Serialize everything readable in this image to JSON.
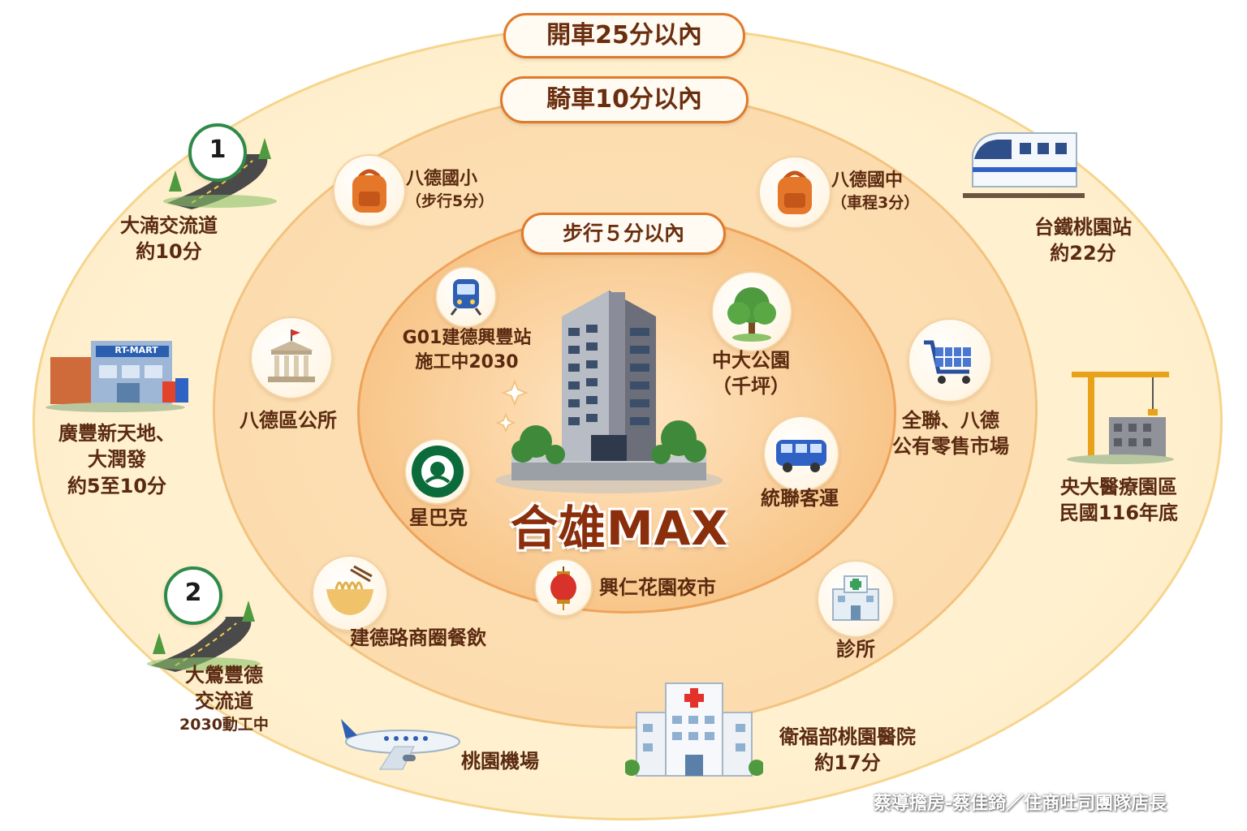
{
  "zones": {
    "drive": "開車25分以內",
    "ride": "騎車10分以內",
    "walk": "步行５分以內"
  },
  "center": {
    "title": "合雄MAX"
  },
  "walk_pois": {
    "mrt": [
      "G01建德興豐站",
      "施工中2030"
    ],
    "park": [
      "中大公園",
      "（千坪）"
    ],
    "starbucks": [
      "星巴克"
    ],
    "bus": [
      "統聯客運"
    ],
    "night_market": [
      "興仁花園夜市"
    ]
  },
  "ride_pois": {
    "elementary": [
      "八德國小",
      "（步行5分）"
    ],
    "junior_high": [
      "八德國中",
      "（車程3分）"
    ],
    "district_office": [
      "八德區公所"
    ],
    "market": [
      "全聯、八德",
      "公有零售市場"
    ],
    "food": [
      "建德路商圈餐飲"
    ],
    "clinic": [
      "診所"
    ]
  },
  "drive_pois": {
    "interchange1": [
      "大湳交流道",
      "約10分"
    ],
    "shopping": [
      "廣豐新天地、",
      "大潤發",
      "約5至10分"
    ],
    "interchange2": [
      "大鶯豐德",
      "交流道",
      "2030動工中"
    ],
    "airport": [
      "桃園機場"
    ],
    "hospital": [
      "衛福部桃園醫院",
      "約17分"
    ],
    "medical_park": [
      "央大醫療園區",
      "民國116年底"
    ],
    "train": [
      "台鐵桃園站",
      "約22分"
    ]
  },
  "icon_text": {
    "highway1": "1",
    "highway2": "2",
    "rt_mart_sign": "RT-MART"
  },
  "watermark": "蔡導擔房-蔡佳錡／住商吐司團隊店長",
  "colors": {
    "accent": "#e07a2a",
    "text": "#5a2a10",
    "title": "#8a2e0c"
  }
}
